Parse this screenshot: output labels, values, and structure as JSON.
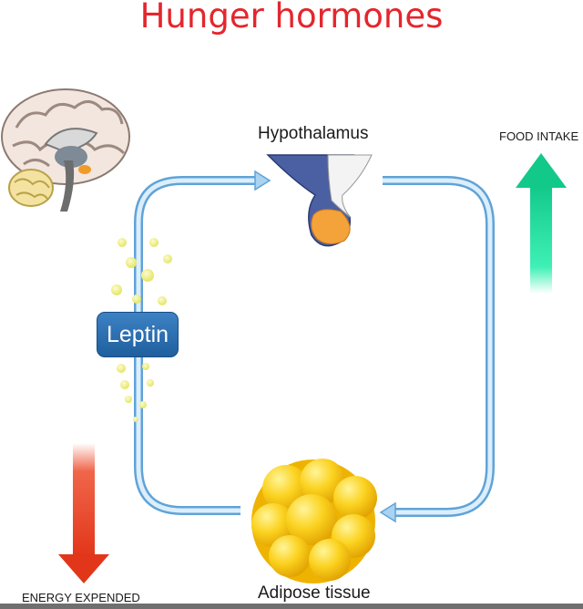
{
  "title": "Hunger hormones",
  "nodes": {
    "hypothalamus": "Hypothalamus",
    "adipose": "Adipose tissue",
    "leptin": "Leptin"
  },
  "indicators": {
    "food_intake": "FOOD INTAKE",
    "energy_expended": "ENERGY EXPENDED"
  },
  "colors": {
    "title": "#e4262d",
    "cycle_arrow": "#a9d3f1",
    "cycle_arrow_edge": "#5fa3d8",
    "food_arrow": "#28e5a6",
    "energy_arrow": "#e8401e",
    "leptin_badge": "#2b6fb2",
    "leptin_particles": "#eef07a",
    "fat_cell": "#f7c51c"
  }
}
